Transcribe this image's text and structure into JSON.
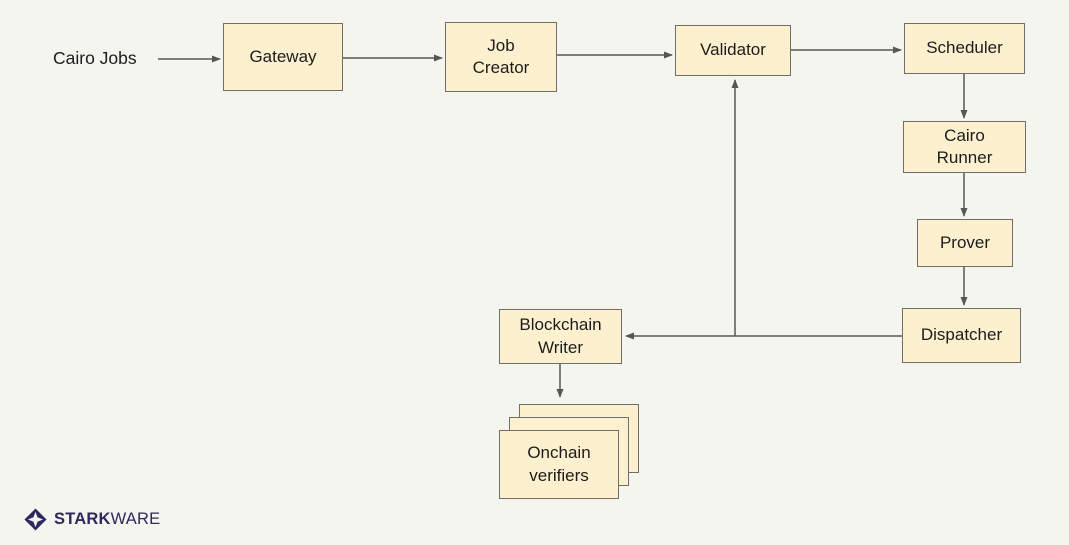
{
  "colors": {
    "background": "#f5f5f0",
    "box_fill": "#fcf0ce",
    "box_border": "#6f6e68",
    "arrow": "#575757",
    "text": "#1c1c1c",
    "logo": "#2b2a5a"
  },
  "nodes": {
    "cairo_jobs": {
      "label": "Cairo Jobs"
    },
    "gateway": {
      "label": "Gateway"
    },
    "job_creator": {
      "label": "Job\nCreator"
    },
    "validator": {
      "label": "Validator"
    },
    "scheduler": {
      "label": "Scheduler"
    },
    "cairo_runner": {
      "label": "Cairo\nRunner"
    },
    "prover": {
      "label": "Prover"
    },
    "dispatcher": {
      "label": "Dispatcher"
    },
    "blockchain_writer": {
      "label": "Blockchain\nWriter"
    },
    "onchain_verifiers": {
      "label": "Onchain\nverifiers"
    }
  },
  "edges": [
    {
      "from": "cairo_jobs",
      "to": "gateway"
    },
    {
      "from": "gateway",
      "to": "job_creator"
    },
    {
      "from": "job_creator",
      "to": "validator"
    },
    {
      "from": "validator",
      "to": "scheduler"
    },
    {
      "from": "scheduler",
      "to": "cairo_runner"
    },
    {
      "from": "cairo_runner",
      "to": "prover"
    },
    {
      "from": "prover",
      "to": "dispatcher"
    },
    {
      "from": "dispatcher",
      "to": "blockchain_writer"
    },
    {
      "from": "dispatcher_line",
      "to": "validator"
    },
    {
      "from": "blockchain_writer",
      "to": "onchain_verifiers"
    }
  ],
  "logo": {
    "stark": "STARK",
    "ware": "WARE"
  }
}
